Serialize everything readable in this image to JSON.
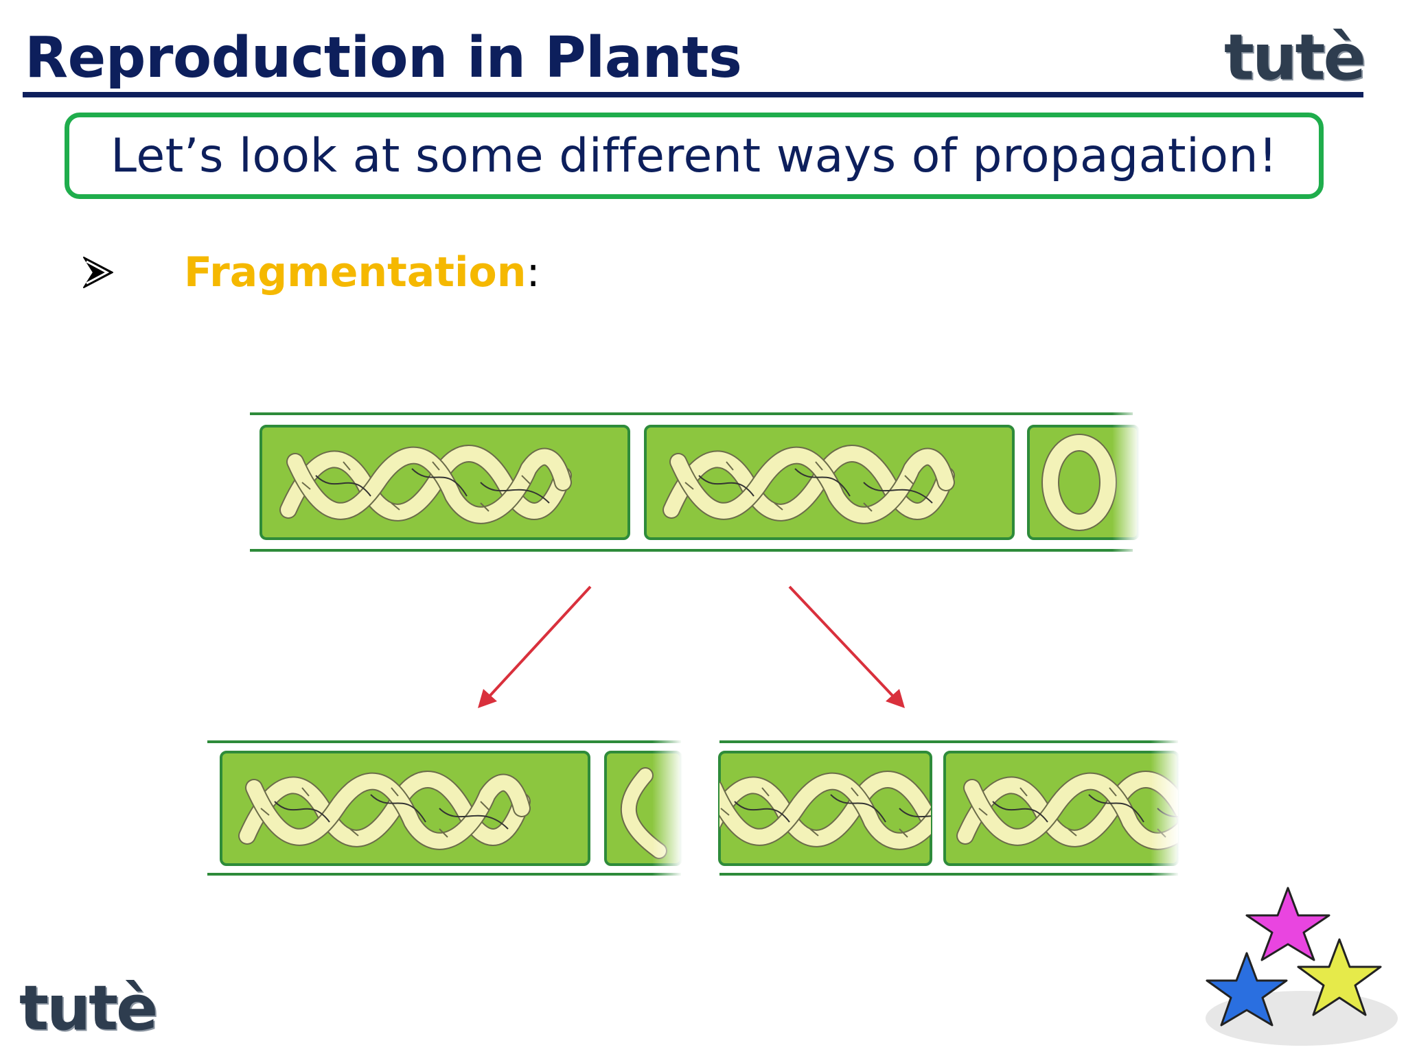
{
  "header": {
    "title": "Reproduction in Plants",
    "logo_text": "tutè"
  },
  "subtitle": "Let’s look at some different ways of propagation!",
  "bullet": {
    "label": "Fragmentation",
    "suffix": ":"
  },
  "footer": {
    "logo_text": "tutè"
  },
  "colors": {
    "title": "#0d1f5c",
    "box_border": "#1fad4c",
    "bullet_label": "#f5b800",
    "cell_fill": "#8cc63f",
    "cell_border": "#2e8b3a",
    "chloroplast": "#f3f2b8",
    "arrow": "#d9303c",
    "star_pink": "#e945e0",
    "star_blue": "#2a6fe0",
    "star_yellow": "#e6ea4a"
  },
  "icons": {
    "bullet": "arrowhead-bullet-icon",
    "stars": "stars-decoration-icon"
  },
  "diagram": {
    "description_visible": false,
    "filaments": [
      "top-filament",
      "left-fragment",
      "right-fragment"
    ]
  }
}
